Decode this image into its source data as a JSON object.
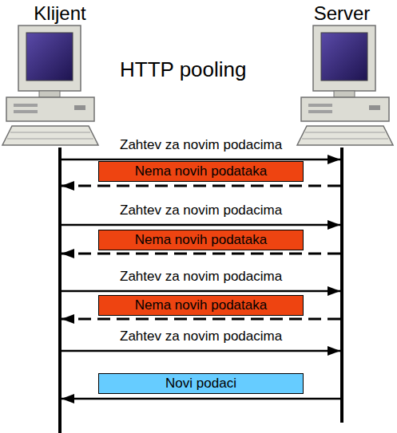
{
  "diagram": {
    "title": "HTTP pooling",
    "nodes": [
      {
        "text": [
          "Klijent"
        ]
      },
      {
        "text": [
          "Server"
        ]
      }
    ],
    "edges": [
      {
        "from": 0,
        "to": 1,
        "arrow": "to",
        "label": "Zahtev za novim podacima"
      },
      {
        "from": 1,
        "to": 0,
        "arrow": "to",
        "label": "Nema novih podataka"
      },
      {
        "from": 0,
        "to": 1,
        "arrow": "to",
        "label": "Zahtev za novim podacima"
      },
      {
        "from": 1,
        "to": 0,
        "arrow": "to",
        "label": "Nema novih podataka"
      },
      {
        "from": 0,
        "to": 1,
        "arrow": "to",
        "label": "Zahtev za novim podacima"
      },
      {
        "from": 1,
        "to": 0,
        "arrow": "to",
        "label": "Nema novih podataka"
      },
      {
        "from": 0,
        "to": 1,
        "arrow": "to",
        "label": "Zahtev za novim podacima"
      },
      {
        "from": 1,
        "to": 0,
        "arrow": "to",
        "label": "Novi podaci"
      }
    ]
  }
}
